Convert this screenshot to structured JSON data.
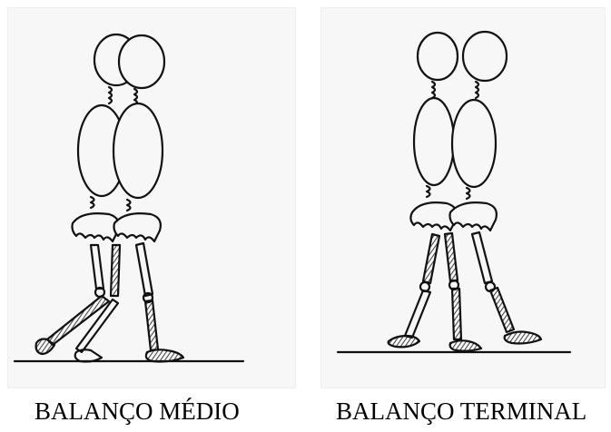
{
  "captions": {
    "left": "BALANÇO MÉDIO",
    "right": "BALANÇO TERMINAL"
  },
  "figures": [
    {
      "id": "mid-swing",
      "phase_icon": "walking-figure-mid-swing-icon"
    },
    {
      "id": "terminal-swing",
      "phase_icon": "walking-figure-terminal-swing-icon"
    }
  ],
  "colors": {
    "ink": "#111111",
    "paper": "#f7f7f7"
  }
}
